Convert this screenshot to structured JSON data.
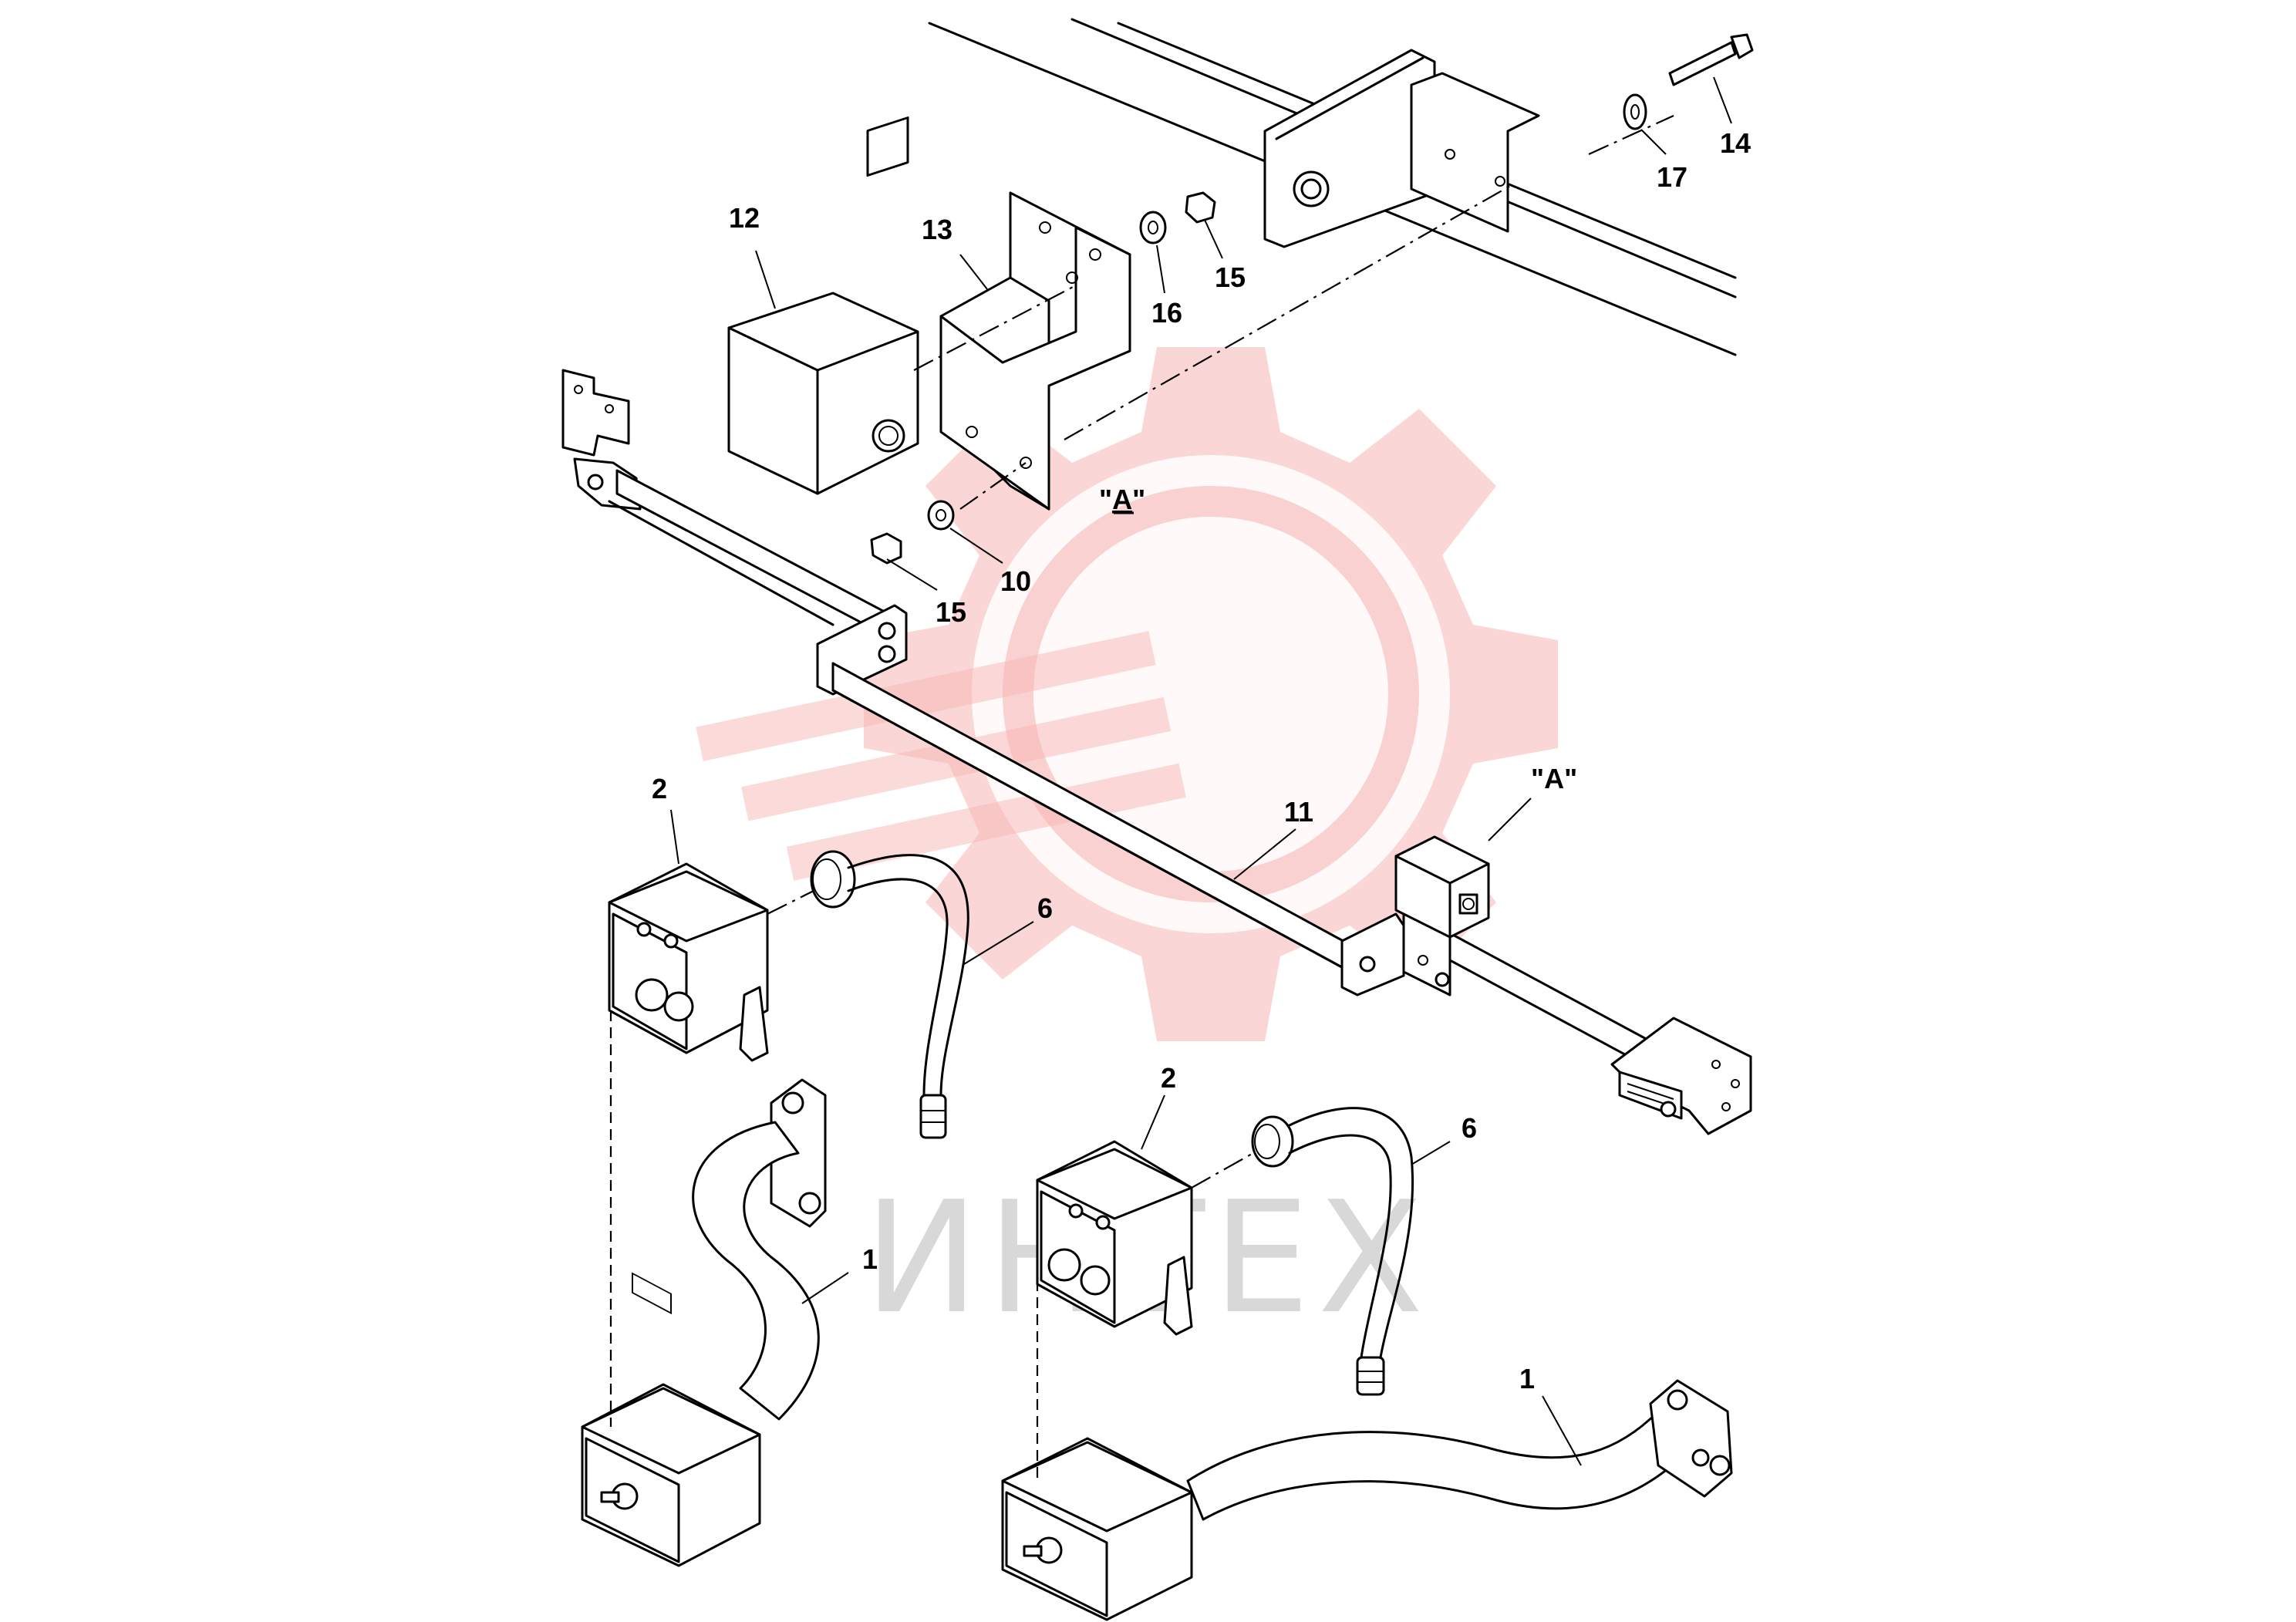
{
  "diagram": {
    "callouts": [
      {
        "id": "c12",
        "text": "12"
      },
      {
        "id": "c13",
        "text": "13"
      },
      {
        "id": "c16",
        "text": "16"
      },
      {
        "id": "c15a",
        "text": "15"
      },
      {
        "id": "c17",
        "text": "17"
      },
      {
        "id": "c14",
        "text": "14"
      },
      {
        "id": "c10",
        "text": "10"
      },
      {
        "id": "c15b",
        "text": "15"
      },
      {
        "id": "c2a",
        "text": "2"
      },
      {
        "id": "c11",
        "text": "11"
      },
      {
        "id": "c6a",
        "text": "6"
      },
      {
        "id": "c1a",
        "text": "1"
      },
      {
        "id": "c2b",
        "text": "2"
      },
      {
        "id": "c6b",
        "text": "6"
      },
      {
        "id": "c1b",
        "text": "1"
      }
    ],
    "view_label_a1": "\"A\"",
    "view_label_a2_letter": "A",
    "watermark": {
      "text": "ИНТЕХ",
      "color": "#f28c8c",
      "text_color": "#c8c8c8"
    }
  }
}
